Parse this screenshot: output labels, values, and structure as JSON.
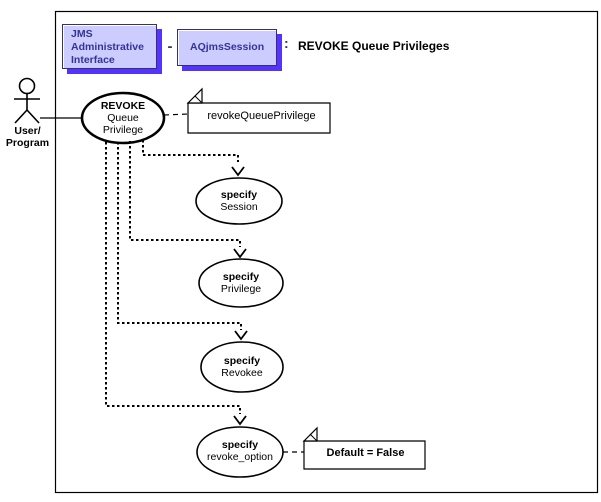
{
  "header": {
    "interface_box": {
      "line1": "JMS",
      "line2": "Administrative",
      "line3": "Interface"
    },
    "separator": "-",
    "class_box": {
      "label": "AQjmsSession"
    },
    "colon": ":",
    "title": "REVOKE Queue Privileges"
  },
  "actor": {
    "label_line1": "User/",
    "label_line2": "Program"
  },
  "use_cases": {
    "main": {
      "line1": "REVOKE",
      "line2": "Queue",
      "line3": "Privilege"
    },
    "session": {
      "line1": "specify",
      "line2": "Session"
    },
    "privilege": {
      "line1": "specify",
      "line2": "Privilege"
    },
    "revokee": {
      "line1": "specify",
      "line2": "Revokee"
    },
    "revoke_option": {
      "line1": "specify",
      "line2": "revoke_option"
    }
  },
  "notes": {
    "method": {
      "text": "revokeQueuePrivilege"
    },
    "default_value": {
      "text": "Default = False"
    }
  },
  "colors": {
    "box_face": "#ccccff",
    "box_shadow": "#5533ff",
    "box_border": "#333366",
    "box_text": "#333399",
    "line": "#000000",
    "background": "#ffffff"
  }
}
